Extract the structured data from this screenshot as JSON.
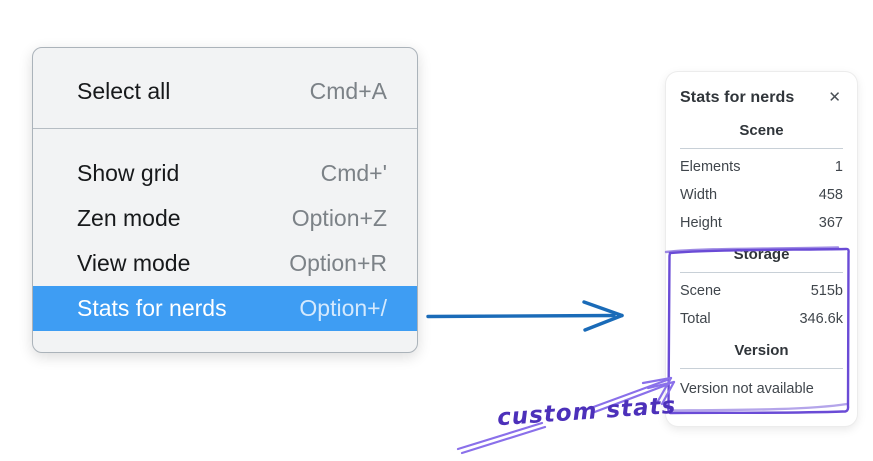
{
  "menu": {
    "items": [
      {
        "label": "Select all",
        "shortcut": "Cmd+A"
      },
      {
        "label": "Show grid",
        "shortcut": "Cmd+'"
      },
      {
        "label": "Zen mode",
        "shortcut": "Option+Z"
      },
      {
        "label": "View mode",
        "shortcut": "Option+R"
      },
      {
        "label": "Stats for nerds",
        "shortcut": "Option+/"
      }
    ],
    "highlighted_item": "Stats for nerds"
  },
  "panel": {
    "title": "Stats for nerds",
    "close_icon": "✕",
    "scene": {
      "heading": "Scene",
      "rows": [
        {
          "label": "Elements",
          "value": "1"
        },
        {
          "label": "Width",
          "value": "458"
        },
        {
          "label": "Height",
          "value": "367"
        }
      ]
    },
    "storage": {
      "heading": "Storage",
      "rows": [
        {
          "label": "Scene",
          "value": "515b"
        },
        {
          "label": "Total",
          "value": "346.6k"
        }
      ]
    },
    "version": {
      "heading": "Version",
      "message": "Version not available"
    }
  },
  "annotation": {
    "text": "custom stats"
  },
  "colors": {
    "menu_background": "#f2f3f4",
    "menu_highlight_blue": "#3e9df3",
    "straight_arrow_blue": "#1a6bb8",
    "annotation_box_purple": "#6a4bd6",
    "annotation_arrow_purple": "#8a70ea",
    "annotation_text_purple": "#4c30ba"
  }
}
